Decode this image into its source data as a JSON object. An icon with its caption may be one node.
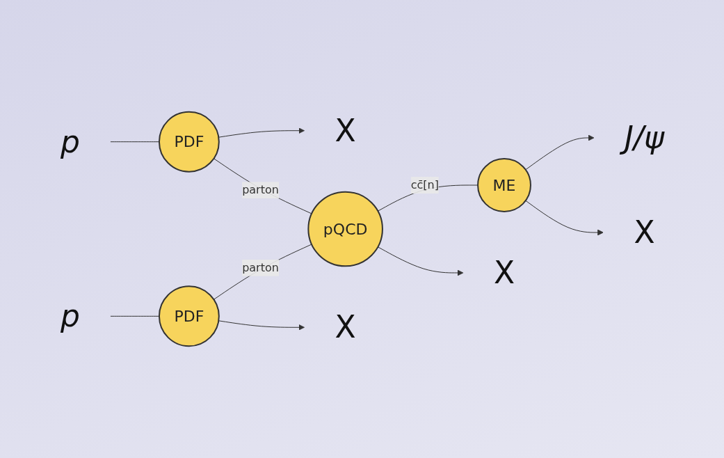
{
  "diagram": {
    "nodes": [
      {
        "text": [
          "p"
        ]
      },
      {
        "text": [
          "PDF"
        ]
      },
      {
        "text": [
          "X"
        ]
      },
      {
        "text": [
          "ME"
        ]
      },
      {
        "text": [
          "J/ψ"
        ]
      },
      {
        "text": [
          "pQCD"
        ]
      },
      {
        "text": [
          "X"
        ]
      },
      {
        "text": [
          "X"
        ]
      },
      {
        "text": [
          "p"
        ]
      },
      {
        "text": [
          "PDF"
        ]
      },
      {
        "text": [
          "X"
        ]
      }
    ],
    "edges": [
      {
        "from": 0,
        "to": 1,
        "arrow": "none"
      },
      {
        "from": 1,
        "to": 2,
        "arrow": "to"
      },
      {
        "from": 1,
        "to": 5,
        "arrow": "none",
        "label": "parton"
      },
      {
        "from": 5,
        "to": 3,
        "arrow": "none",
        "label": "cc̄[n]"
      },
      {
        "from": 3,
        "to": 4,
        "arrow": "to"
      },
      {
        "from": 3,
        "to": 6,
        "arrow": "to"
      },
      {
        "from": 5,
        "to": 7,
        "arrow": "to"
      },
      {
        "from": 8,
        "to": 9,
        "arrow": "none"
      },
      {
        "from": 9,
        "to": 10,
        "arrow": "to"
      },
      {
        "from": 9,
        "to": 5,
        "arrow": "none",
        "label": "parton"
      }
    ]
  }
}
